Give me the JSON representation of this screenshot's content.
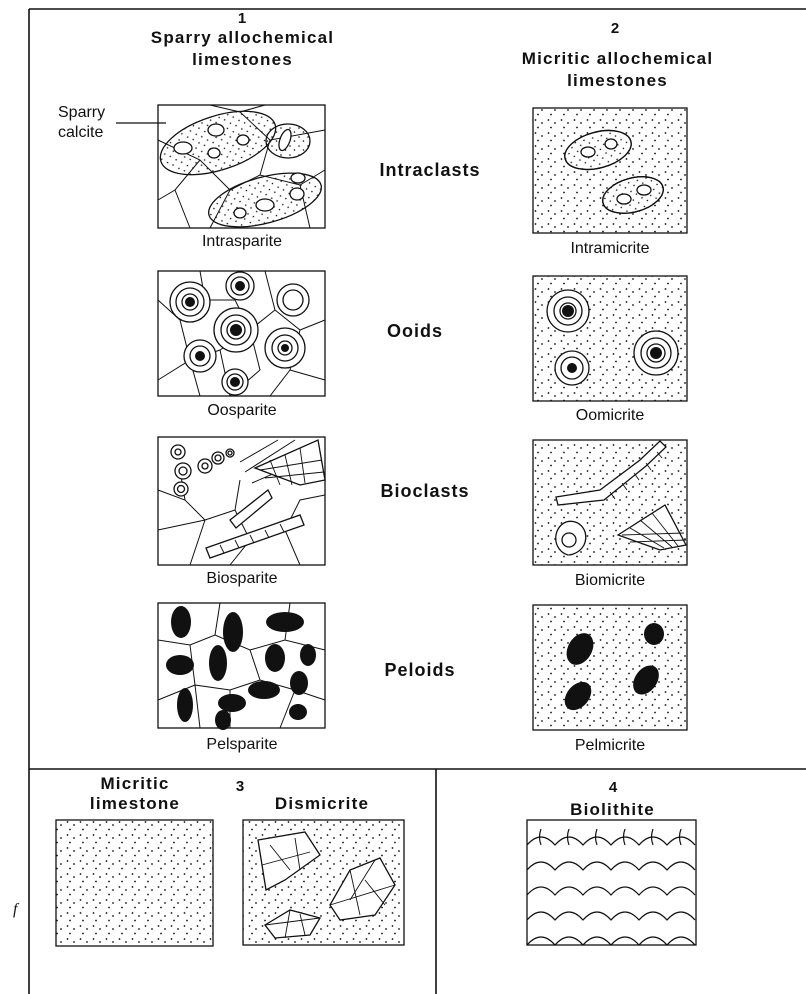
{
  "columns": [
    {
      "number": "1",
      "title_line1": "Sparry allochemical",
      "title_line2": "limestones"
    },
    {
      "number": "2",
      "title_line1": "Micritic allochemical",
      "title_line2": "limestones"
    }
  ],
  "rows": [
    {
      "grain": "Intraclasts",
      "sparry": "Intrasparite",
      "micritic": "Intramicrite"
    },
    {
      "grain": "Ooids",
      "sparry": "Oosparite",
      "micritic": "Oomicrite"
    },
    {
      "grain": "Bioclasts",
      "sparry": "Biosparite",
      "micritic": "Biomicrite"
    },
    {
      "grain": "Peloids",
      "sparry": "Pelsparite",
      "micritic": "Pelmicrite"
    }
  ],
  "callout": {
    "line1": "Sparry",
    "line2": "calcite"
  },
  "section3": {
    "number": "3",
    "micritic_line1": "Micritic",
    "micritic_line2": "limestone",
    "dismicrite": "Dismicrite"
  },
  "section4": {
    "number": "4",
    "title": "Biolithite"
  },
  "stray_mark": "f",
  "colors": {
    "ink": "#111111",
    "paper": "#ffffff"
  }
}
